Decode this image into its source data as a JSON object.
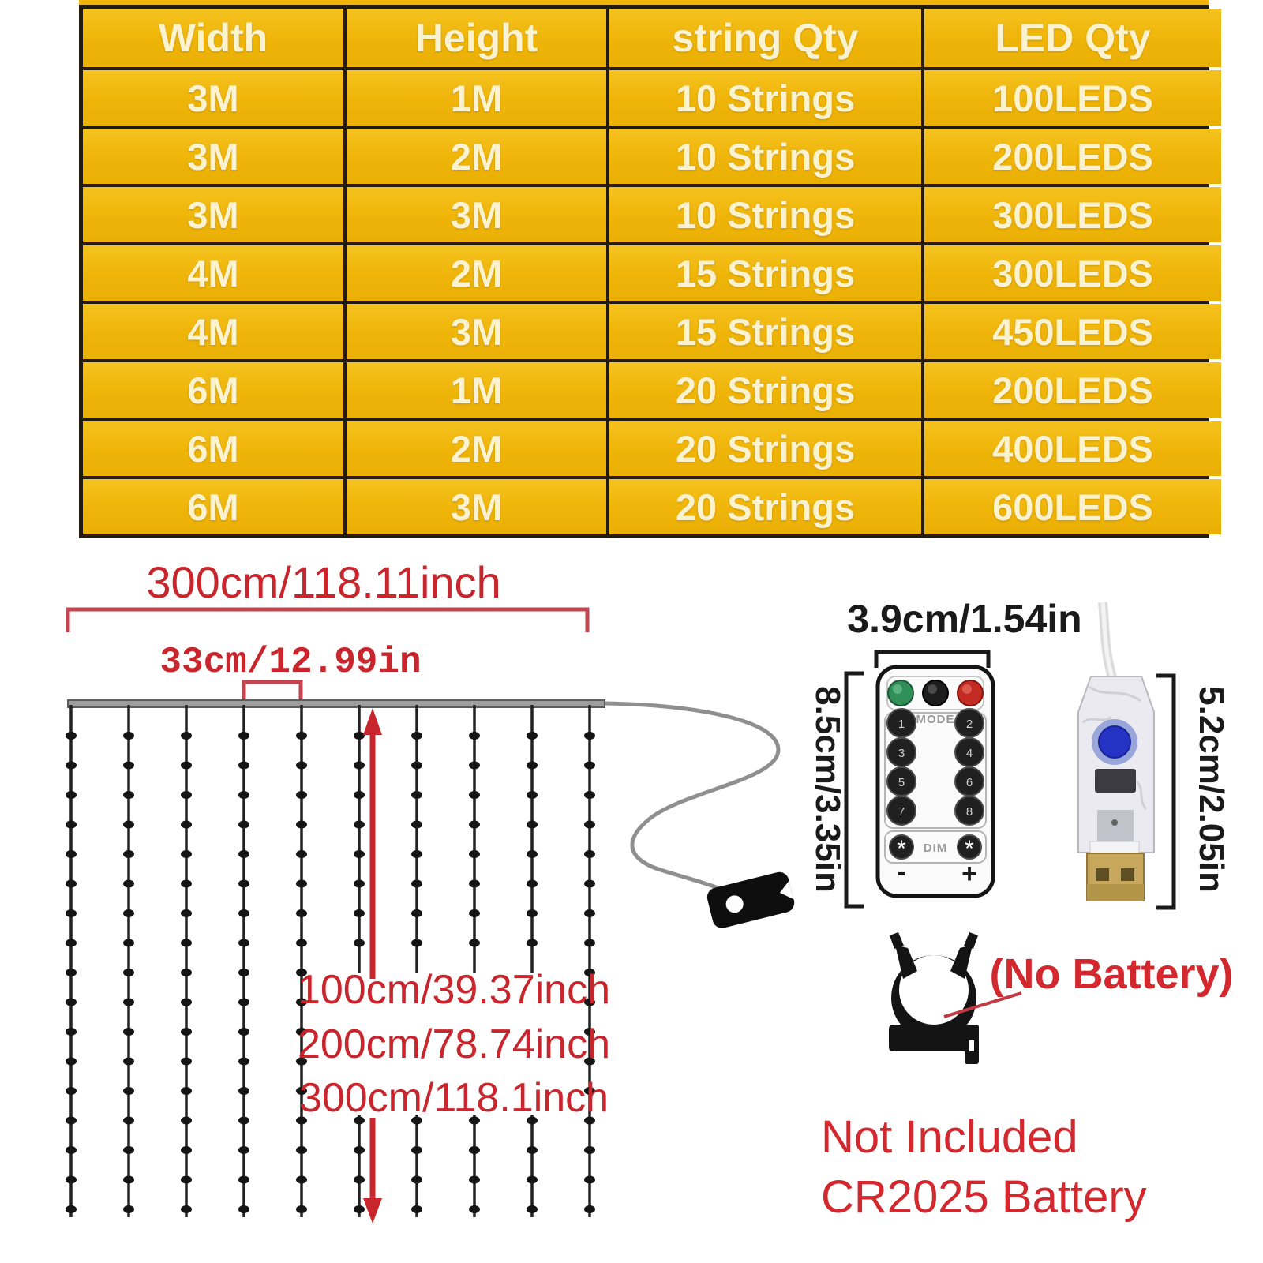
{
  "table": {
    "headers": [
      "Width",
      "Height",
      "string Qty",
      "LED Qty"
    ],
    "rows": [
      [
        "3M",
        "1M",
        "10 Strings",
        "100LEDS"
      ],
      [
        "3M",
        "2M",
        "10 Strings",
        "200LEDS"
      ],
      [
        "3M",
        "3M",
        "10 Strings",
        "300LEDS"
      ],
      [
        "4M",
        "2M",
        "15 Strings",
        "300LEDS"
      ],
      [
        "4M",
        "3M",
        "15 Strings",
        "450LEDS"
      ],
      [
        "6M",
        "1M",
        "20 Strings",
        "200LEDS"
      ],
      [
        "6M",
        "2M",
        "20 Strings",
        "400LEDS"
      ],
      [
        "6M",
        "3M",
        "20 Strings",
        "600LEDS"
      ]
    ]
  },
  "diagram": {
    "curtain_width_label": "300cm/118.11inch",
    "string_spacing_label": "33cm/12.99in",
    "drop_length_labels": [
      "100cm/39.37inch",
      "200cm/78.74inch",
      "300cm/118.1inch"
    ]
  },
  "remote": {
    "width_label": "3.9cm/1.54in",
    "height_label": "8.5cm/3.35in",
    "mode_label": "MODE",
    "dim_label": "DIM",
    "mode_buttons": [
      "1",
      "2",
      "3",
      "4",
      "5",
      "6",
      "7",
      "8"
    ],
    "minus_label": "-",
    "plus_label": "+",
    "dim_button_glyph": "*"
  },
  "usb": {
    "height_label": "5.2cm/2.05in"
  },
  "battery_note": {
    "no_battery": "(No Battery)",
    "line1": "Not Included",
    "line2": "CR2025 Battery"
  },
  "colors": {
    "table_yellow": "#F1B50C",
    "accent_red": "#C9252C",
    "note_red": "#D2282E",
    "table_border": "#231B10",
    "table_text": "#FBF2D0"
  }
}
